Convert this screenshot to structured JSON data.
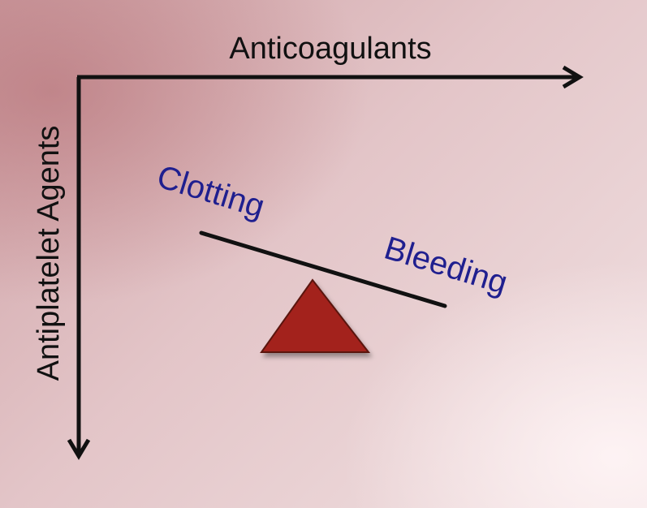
{
  "diagram": {
    "x_axis_label": "Anticoagulants",
    "y_axis_label": "Antiplatelet Agents",
    "left_label": "Clotting",
    "right_label": "Bleeding",
    "colors": {
      "axis": "#111111",
      "label_text": "#1f1f8f",
      "fulcrum_fill": "#a3211c",
      "fulcrum_stroke": "#5a1210",
      "beam": "#111111"
    }
  }
}
